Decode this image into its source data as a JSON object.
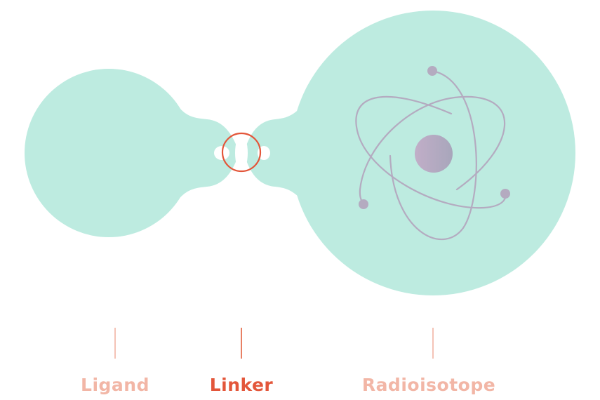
{
  "colors": {
    "body_fill": "#bdebe0",
    "linker_ring": "#e3563a",
    "atom": "#b4abc0",
    "nucleus_from": "#c1aec8",
    "nucleus_to": "#a8a6bb",
    "label_muted": "#f2b6a6",
    "label_active": "#e3563a",
    "tick_muted": "#f4c3b6",
    "tick_active": "#e88064"
  },
  "icons": {
    "ligand": "ligand-sphere-icon",
    "linker": "linker-ring-icon",
    "radioisotope": "atom-icon"
  },
  "labels": {
    "ligand": "Ligand",
    "linker": "Linker",
    "radioisotope": "Radioisotope"
  },
  "active_label": "linker"
}
